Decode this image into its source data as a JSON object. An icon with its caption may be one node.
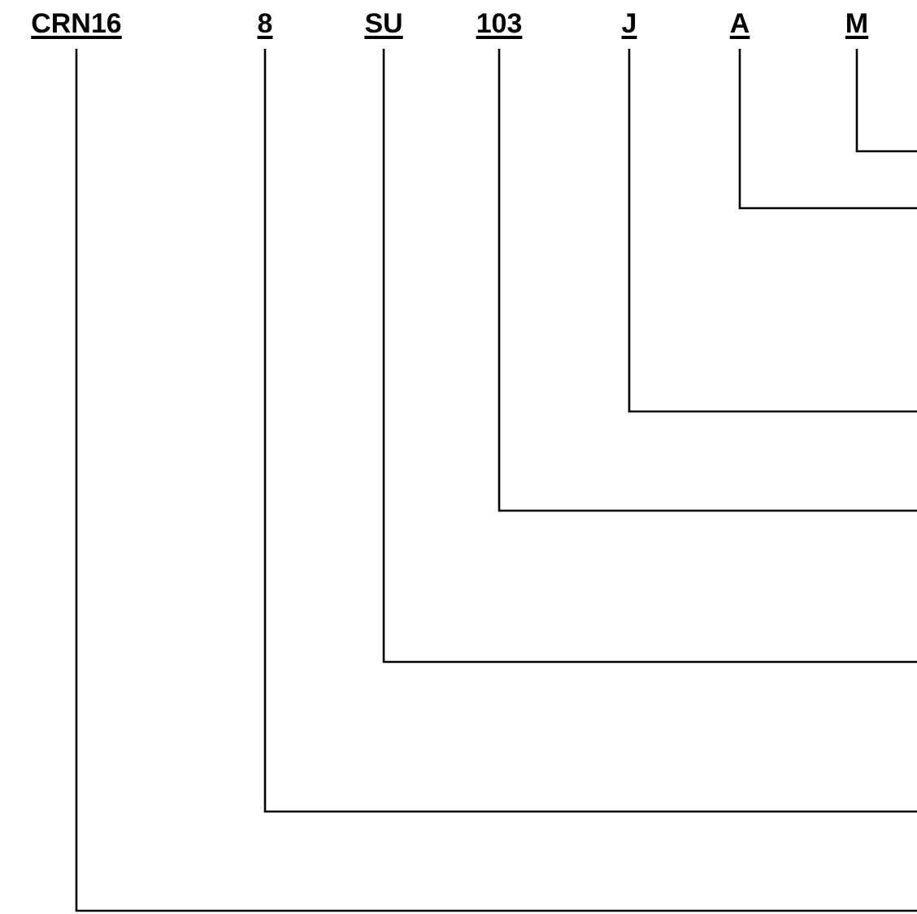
{
  "diagram": {
    "nodes": [
      {
        "text": [
          "CRN16"
        ]
      },
      {
        "text": [
          "8"
        ]
      },
      {
        "text": [
          "SU"
        ]
      },
      {
        "text": [
          "103"
        ]
      },
      {
        "text": [
          "J"
        ]
      },
      {
        "text": [
          "A"
        ]
      },
      {
        "text": [
          "M"
        ]
      }
    ],
    "edges": [
      {
        "from": 6,
        "to": null,
        "arrow": "none"
      },
      {
        "from": 5,
        "to": null,
        "arrow": "none"
      },
      {
        "from": 4,
        "to": null,
        "arrow": "none"
      },
      {
        "from": 3,
        "to": null,
        "arrow": "none"
      },
      {
        "from": 2,
        "to": null,
        "arrow": "none"
      },
      {
        "from": 1,
        "to": null,
        "arrow": "none"
      },
      {
        "from": 0,
        "to": null,
        "arrow": "none"
      }
    ]
  }
}
